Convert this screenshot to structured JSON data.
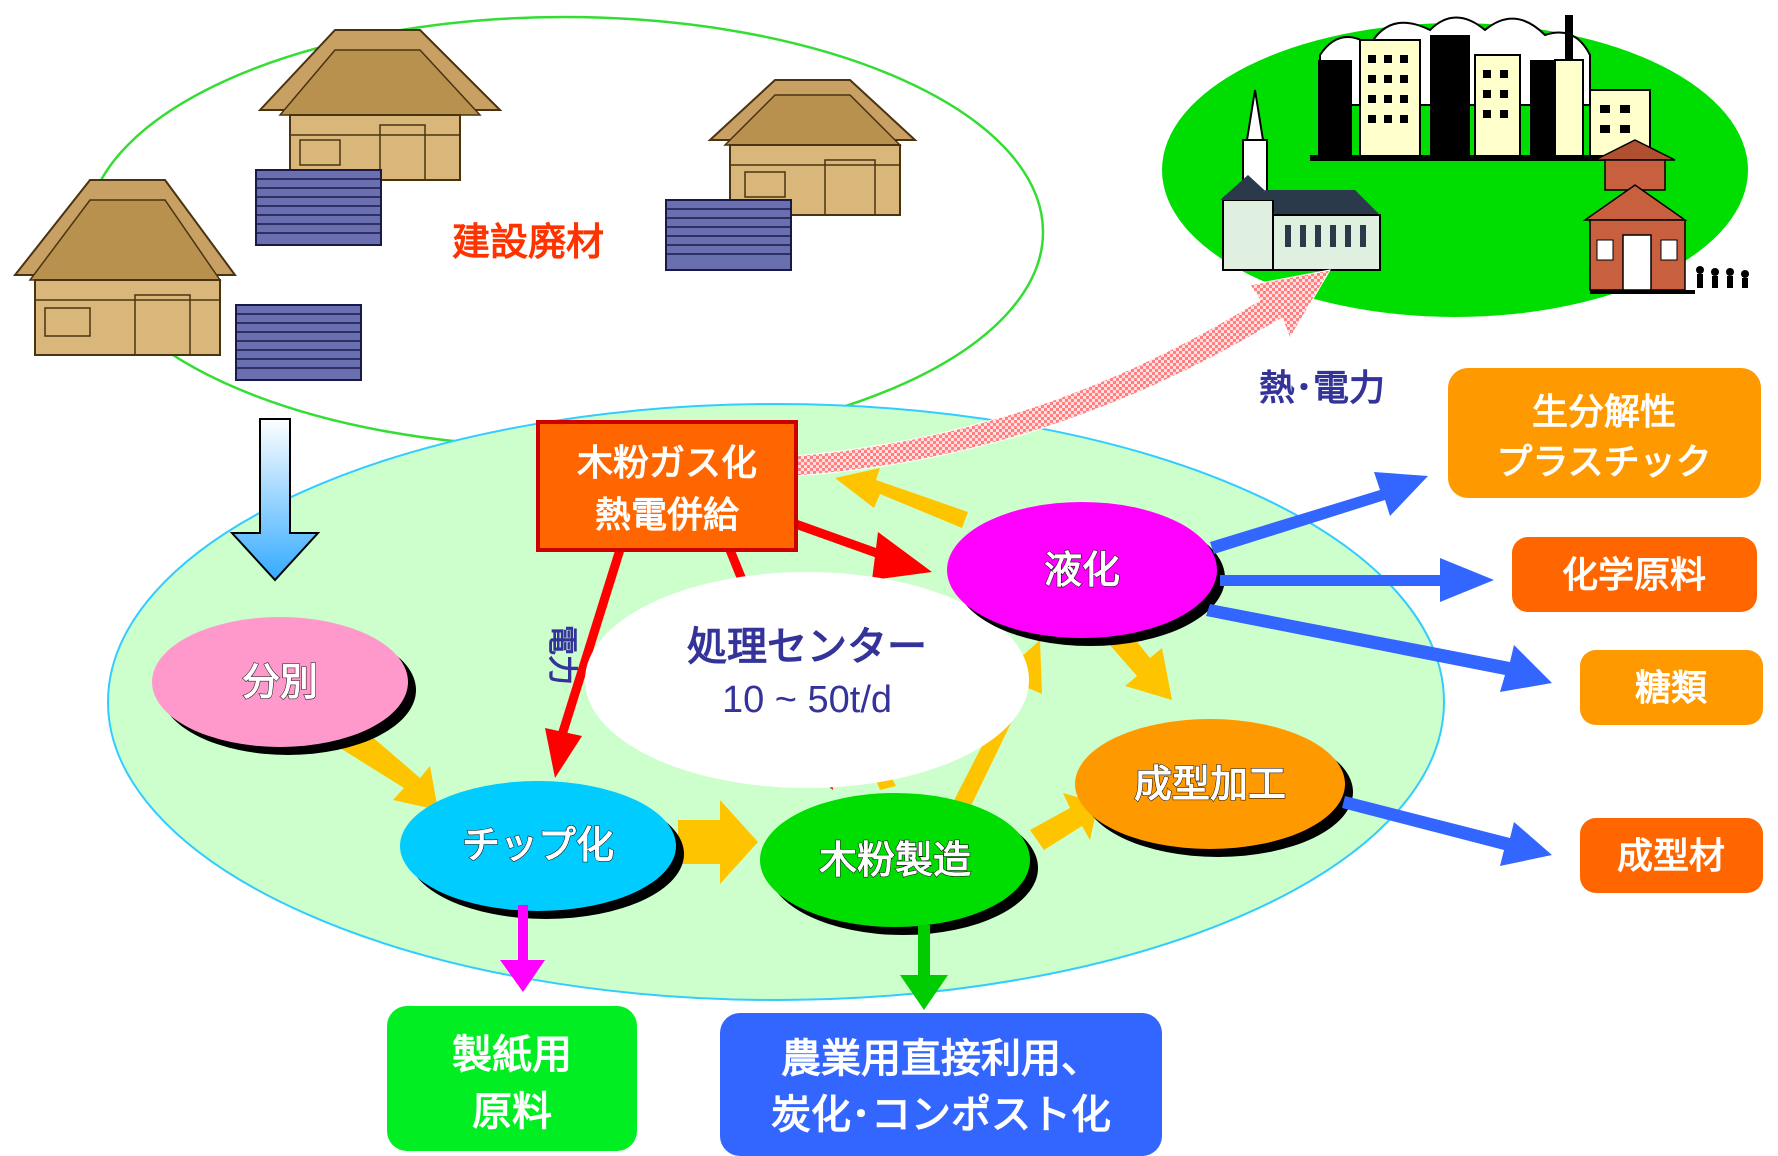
{
  "source_label": "建設廃材",
  "heat_power_label": "熱･電力",
  "power_label": "電力",
  "center": {
    "title": "処理センター",
    "capacity": "10 ~ 50t/d"
  },
  "gasification": {
    "line1": "木粉ガス化",
    "line2": "熱電併給"
  },
  "process": {
    "sort": "分別",
    "chip": "チップ化",
    "woodpowder": "木粉製造",
    "liquefy": "液化",
    "molding": "成型加工"
  },
  "outputs": {
    "bioplastic_line1": "生分解性",
    "bioplastic_line2": "プラスチック",
    "chemical": "化学原料",
    "sugar": "糖類",
    "molded": "成型材",
    "paper_line1": "製紙用",
    "paper_line2": "原料",
    "agri_line1": "農業用直接利用、",
    "agri_line2": "炭化･コンポスト化"
  },
  "colors": {
    "orange_box": "#ff8000",
    "red_arrow": "#ff0000",
    "blue_arrow": "#3366ff",
    "gold_arrow": "#ffc400",
    "magenta_arrow": "#ff00ff",
    "green_arrow": "#00cc00",
    "center_ellipse": "#ccffcc",
    "city_ellipse": "#00dd00"
  }
}
